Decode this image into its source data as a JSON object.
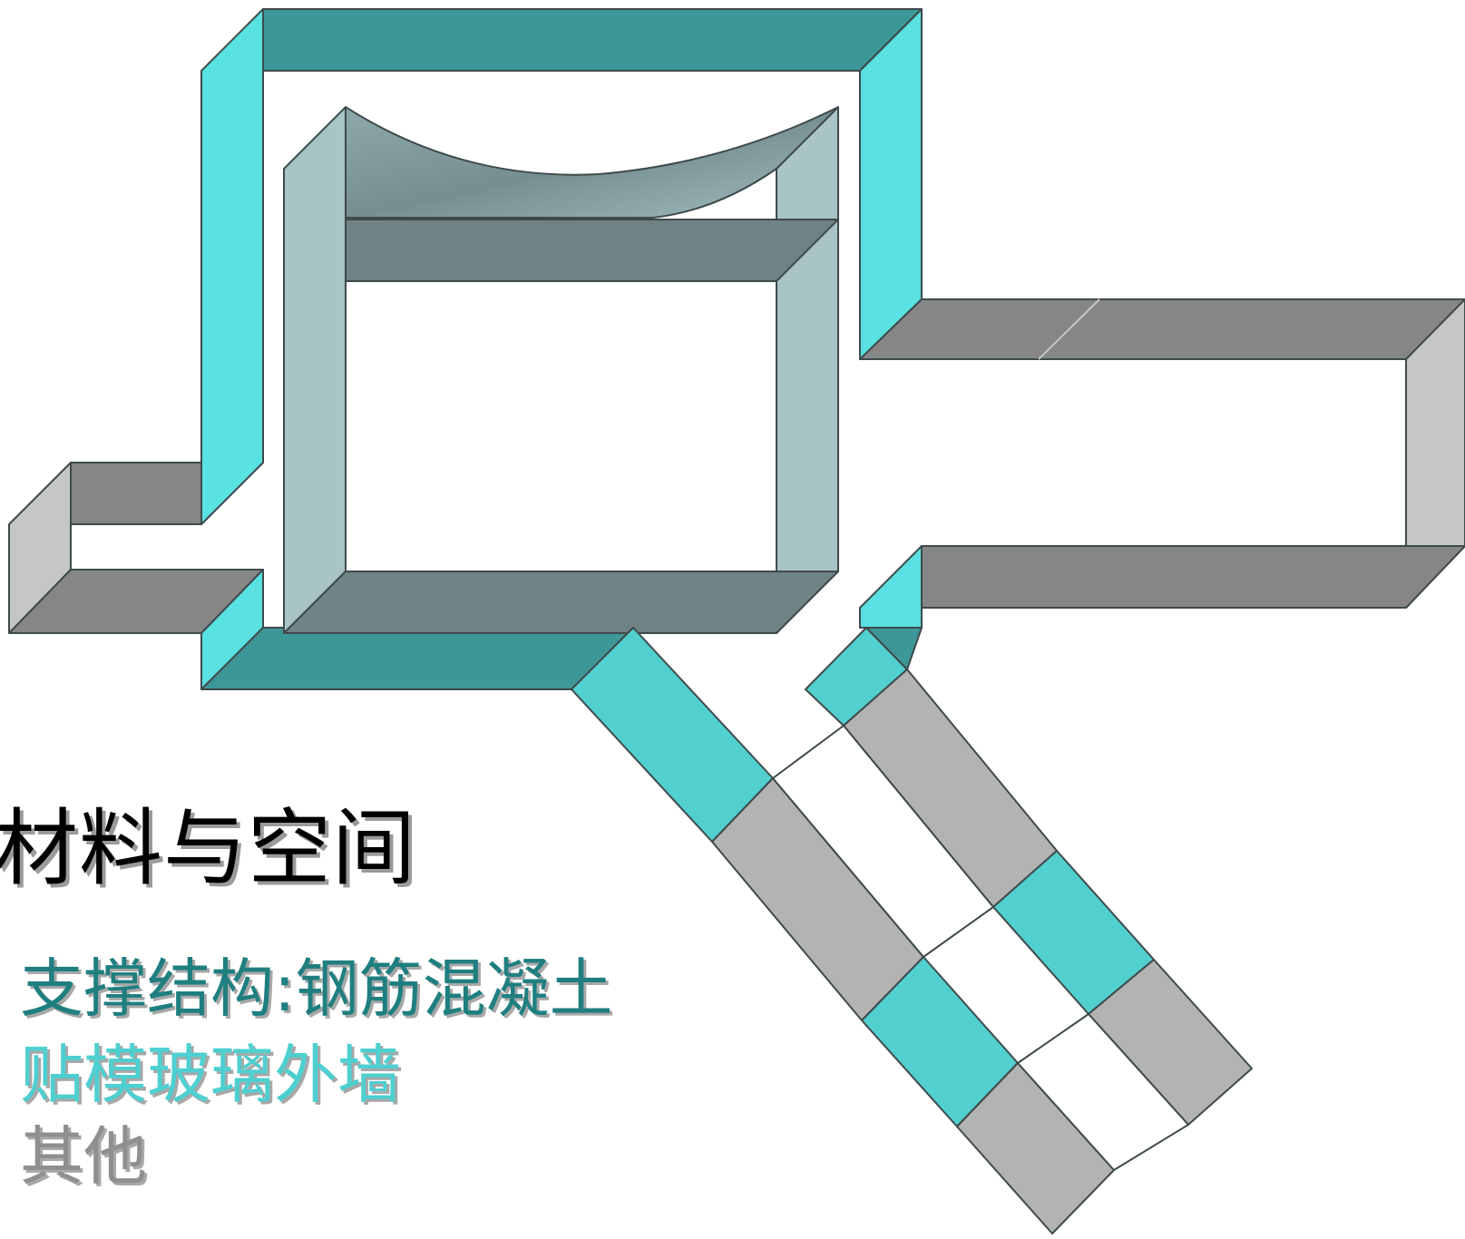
{
  "title": "材料与空间",
  "legend": [
    {
      "label": "支撑结构:钢筋混凝土",
      "color": "#1f7f80"
    },
    {
      "label": "贴模玻璃外墙",
      "color": "#4ecfd0"
    },
    {
      "label": "其他",
      "color": "#8f8f8f"
    }
  ],
  "colors": {
    "teal_dark": "#3d9797",
    "cyan": "#5ae1e1",
    "cyan_mid": "#52cfcf",
    "gray_dark": "#868686",
    "gray_mid": "#b3b3b3",
    "gray_light": "#c6c6c6",
    "slate_dark": "#6f8284",
    "slate_light": "#a8c4c6",
    "outline": "#3f4a4b"
  }
}
